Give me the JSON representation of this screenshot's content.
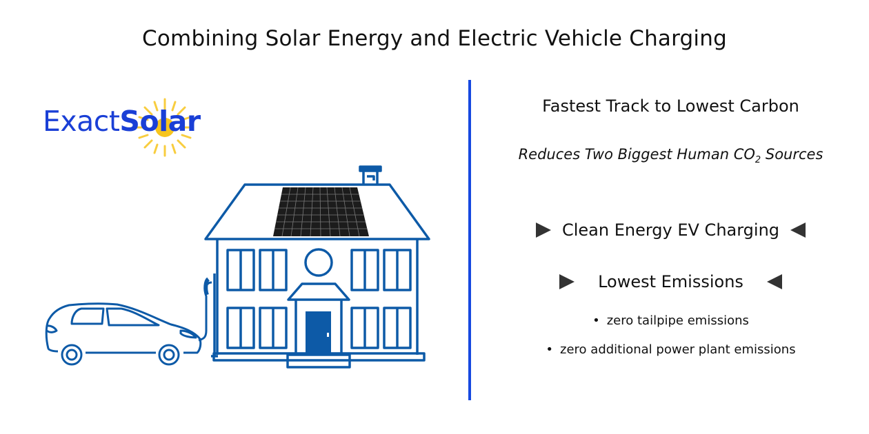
{
  "title": "Combining Solar Energy and Electric Vehicle Charging",
  "logo": {
    "part1": "Exact",
    "part2": "Solar",
    "brand_color": "#1a3fd6",
    "sun_color": "#f7c51e"
  },
  "illustration": {
    "description": "Solar-panel house charging an electric car",
    "line_color": "#0d5aa7",
    "panel_color": "#1c1c1c"
  },
  "divider_color": "#1749e0",
  "right": {
    "heading": "Fastest Track to Lowest Carbon",
    "subheading_pre": "Reduces Two Biggest Human CO",
    "subheading_sub": "2",
    "subheading_post": " Sources",
    "features": [
      {
        "label": "Clean Energy EV Charging",
        "icon_left": "triangle-right",
        "icon_right": "triangle-left"
      },
      {
        "label": "Lowest Emissions",
        "icon_left": "triangle-right",
        "icon_right": "triangle-left"
      }
    ],
    "bullets": [
      "zero tailpipe emissions",
      "zero additional power plant emissions"
    ],
    "bullet_glyph": "•"
  }
}
